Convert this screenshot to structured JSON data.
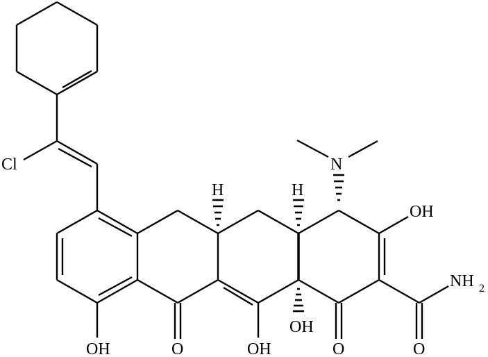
{
  "figure": {
    "type": "chemical-structure",
    "description": "Tetracycline derivative with 2-chloro-2-(cyclohex-1-enyl)vinyl substituent",
    "atom_labels": {
      "chlorine": "Cl",
      "dimethylamino_n": "N",
      "h_stereo_left": "H",
      "h_stereo_right": "H",
      "oh_enol_c3": "OH",
      "amide_nh": "NH",
      "amide_sub": "2",
      "oh_phenol": "OH",
      "o_ketone_c11": "O",
      "oh_enol_c12": "OH",
      "oh_c12a": "OH",
      "o_ketone_c1": "O",
      "o_amide": "O"
    }
  }
}
